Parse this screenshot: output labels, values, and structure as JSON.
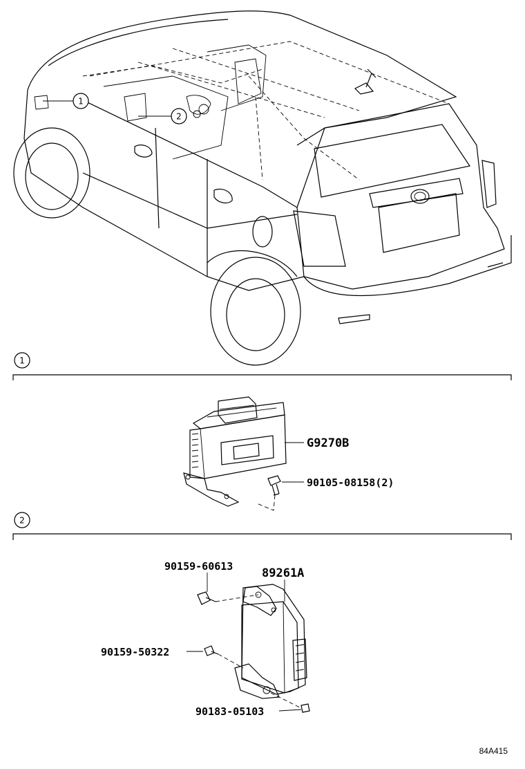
{
  "callouts": {
    "one": "1",
    "two": "2"
  },
  "sections": [
    {
      "number": "1",
      "parts": [
        {
          "code": "G9270B"
        },
        {
          "code": "90105-08158(2)"
        }
      ]
    },
    {
      "number": "2",
      "parts": [
        {
          "code": "90159-60613"
        },
        {
          "code": "89261A"
        },
        {
          "code": "90159-50322"
        },
        {
          "code": "90183-05103"
        }
      ]
    }
  ],
  "reference_code": "84A415"
}
